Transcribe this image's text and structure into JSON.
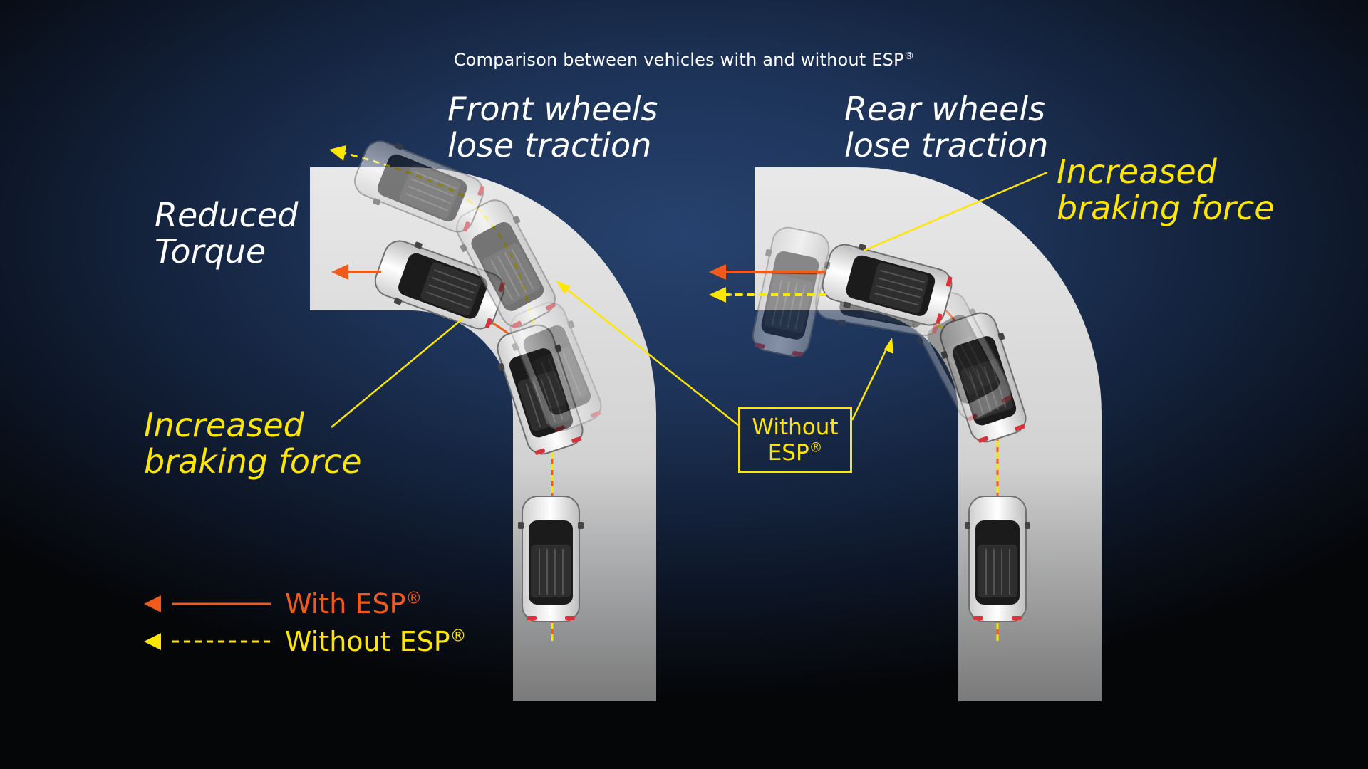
{
  "subtitle": "Comparison between vehicles with and without ESP",
  "registered_mark": "®",
  "left_scenario": {
    "heading": "Front wheels\nlose traction",
    "reduced_torque_label": "Reduced\nTorque",
    "braking_label": "Increased\nbraking force"
  },
  "right_scenario": {
    "heading": "Rear wheels\nlose traction",
    "braking_label": "Increased\nbraking force"
  },
  "center_box": {
    "line1": "Without",
    "line2": "ESP"
  },
  "legend": {
    "with_label": "With ESP",
    "without_label": "Without ESP"
  },
  "colors": {
    "with_esp": "#f05a1a",
    "without_esp": "#ffe600",
    "road": "#e4e4e4",
    "text": "#ffffff"
  }
}
